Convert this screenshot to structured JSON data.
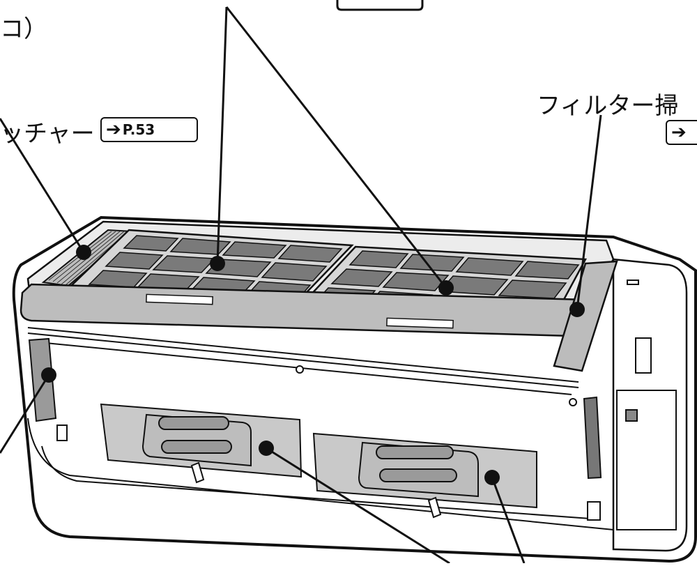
{
  "labels": {
    "top_left_fragment": "コ）",
    "catcher": "ッチャー",
    "catcher_ref_arrow": "➔",
    "catcher_ref_page": "P.53",
    "filter_cleaner": "フィルター掃",
    "filter_ref_arrow": "➔"
  },
  "colors": {
    "line": "#111111",
    "body_fill": "#ffffff",
    "filter_fill": "#7a7a7a",
    "filter_frame": "#d6d6d6",
    "panel_fill": "#c9c9c9",
    "dot": "#111111"
  }
}
